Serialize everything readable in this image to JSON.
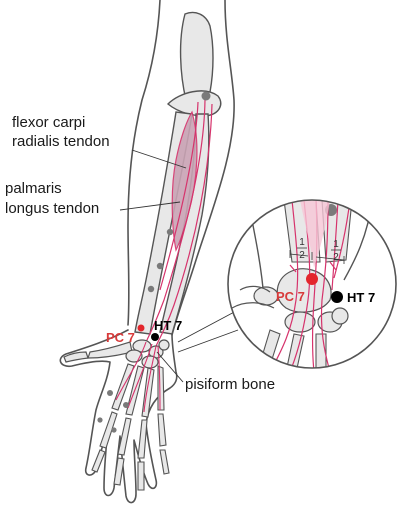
{
  "labels": {
    "fcr_line1": "flexor carpi",
    "fcr_line2": "radialis tendon",
    "pl_line1": "palmaris",
    "pl_line2": "longus tendon",
    "pisiform": "pisiform bone"
  },
  "points": {
    "pc7": "PC 7",
    "ht7": "HT 7"
  },
  "fractions": {
    "left_num": "1",
    "left_den": "2",
    "right_num": "1",
    "right_den": "2"
  },
  "colors": {
    "bone_fill": "#e8e8e8",
    "outline": "#555555",
    "tendon": "#d6336c",
    "tendon_fill": "#f6c6d6",
    "muscle": "#c9a3b4",
    "pc7": "#e3262c",
    "ht7": "#000000",
    "label_red": "#d83a3a"
  }
}
